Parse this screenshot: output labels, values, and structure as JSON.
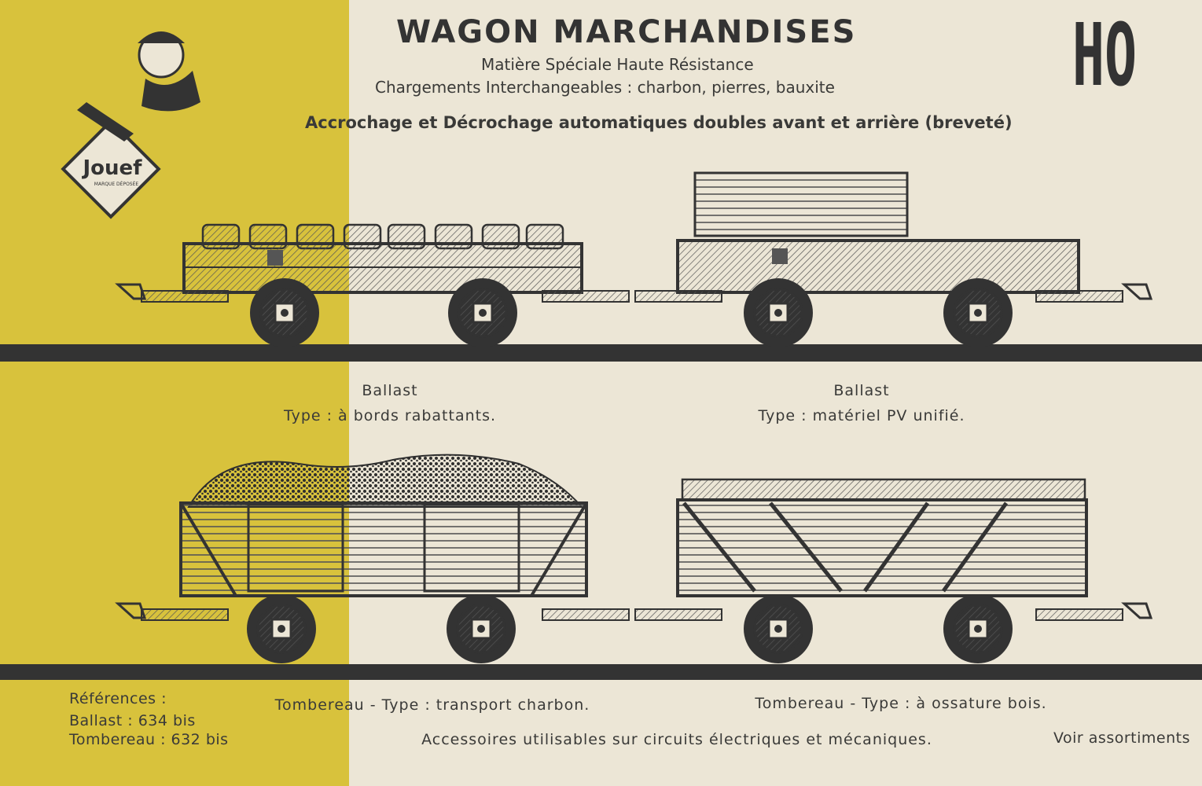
{
  "header": {
    "title": "WAGON MARCHANDISES",
    "subtitle_1": "Matière Spéciale Haute Résistance",
    "subtitle_2": "Chargements Interchangeables : charbon, pierres, bauxite",
    "subtitle_3": "Accrochage et Décrochage automatiques doubles avant et arrière (breveté)",
    "scale": "HO"
  },
  "logo": {
    "brand": "Jouef",
    "trademark": "MARQUE DÉPOSÉE"
  },
  "wagons": [
    {
      "name": "Ballast",
      "type": "Type : à bords rabattants."
    },
    {
      "name": "Ballast",
      "type": "Type : matériel PV unifié."
    },
    {
      "type": "Tombereau - Type : transport charbon."
    },
    {
      "type": "Tombereau - Type : à ossature bois."
    }
  ],
  "references": {
    "heading": "Références :",
    "lines": [
      "Ballast : 634 bis",
      "Tombereau : 632 bis"
    ]
  },
  "footer": {
    "accessories": "Accessoires utilisables sur circuits électriques et mécaniques.",
    "see": "Voir assortiments"
  },
  "colors": {
    "background": "#ece6d6",
    "accent_yellow": "#d8c23c",
    "ink": "#333333"
  }
}
